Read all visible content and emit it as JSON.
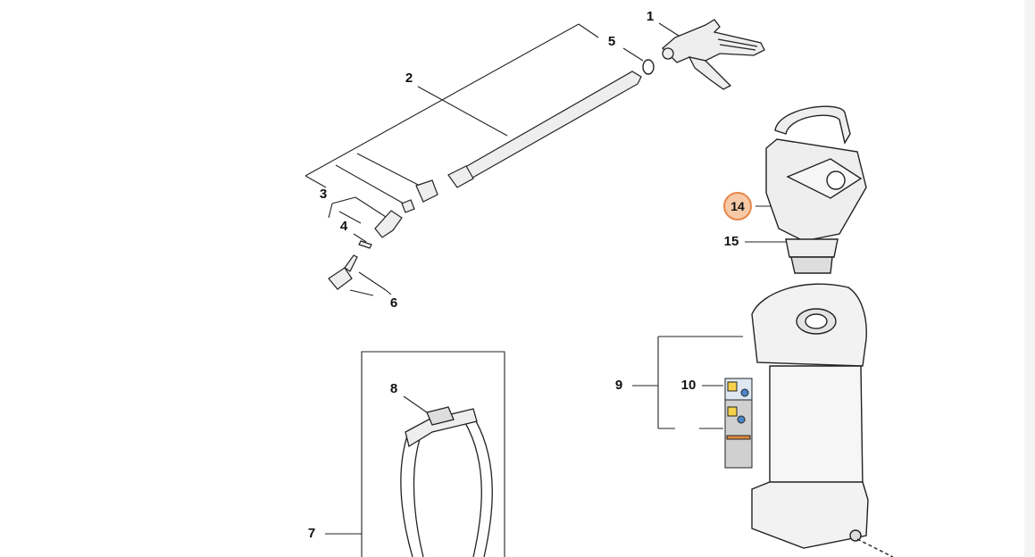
{
  "diagram": {
    "callouts": [
      {
        "id": "1",
        "text": "1"
      },
      {
        "id": "2",
        "text": "2"
      },
      {
        "id": "3",
        "text": "3"
      },
      {
        "id": "4",
        "text": "4"
      },
      {
        "id": "5",
        "text": "5"
      },
      {
        "id": "6",
        "text": "6"
      },
      {
        "id": "7",
        "text": "7"
      },
      {
        "id": "8",
        "text": "8"
      },
      {
        "id": "9",
        "text": "9"
      },
      {
        "id": "10",
        "text": "10"
      },
      {
        "id": "14",
        "text": "14",
        "highlighted": true
      },
      {
        "id": "15",
        "text": "15"
      }
    ],
    "highlight_fill": "#f7c9a6",
    "highlight_stroke": "#e8874a",
    "line_color": "#222222",
    "part_fill": "#eeeeee"
  }
}
